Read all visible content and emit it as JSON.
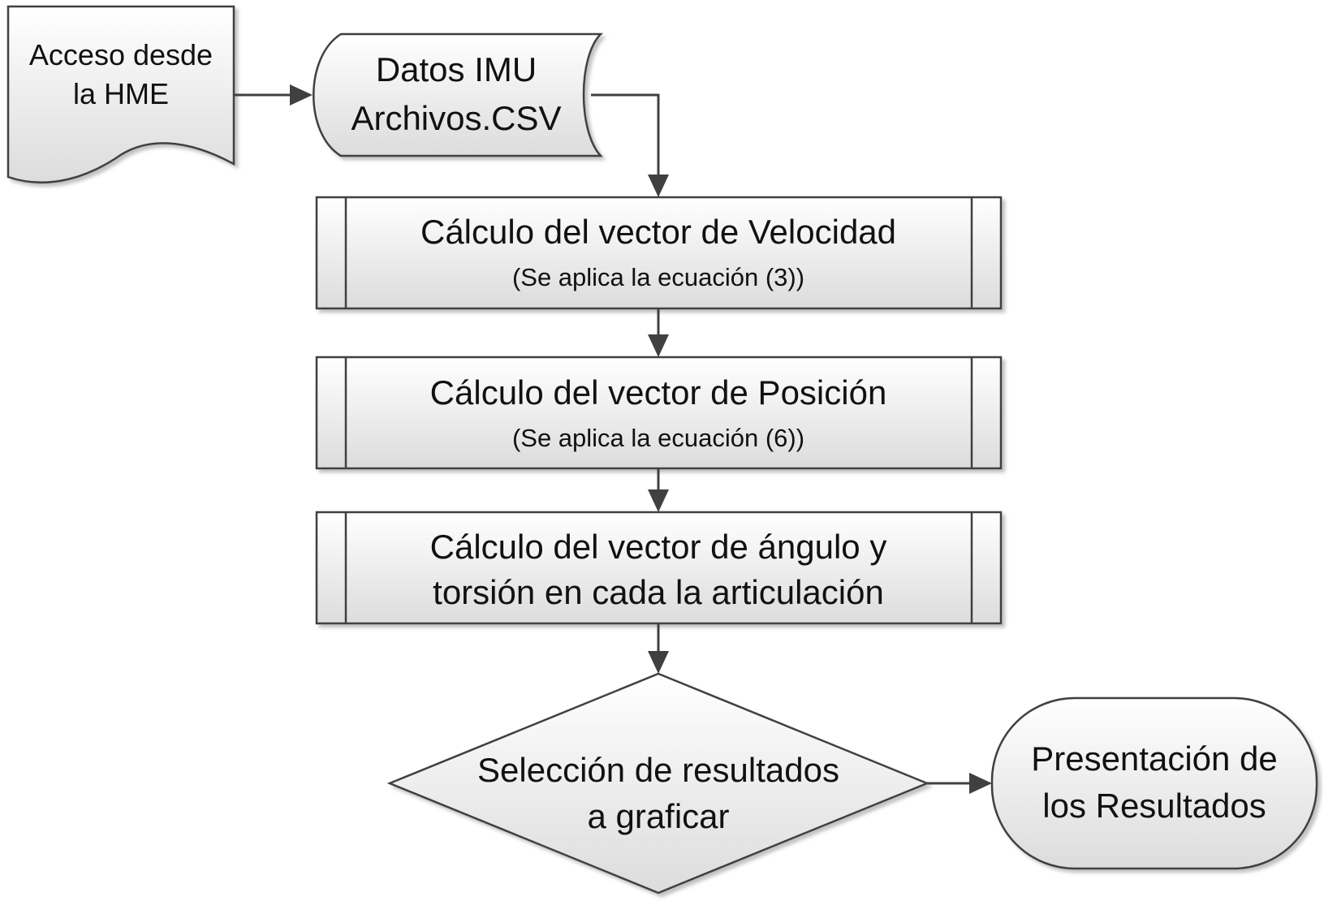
{
  "colors": {
    "shape_fill_top": "#ffffff",
    "shape_fill_bottom": "#dcdcdc",
    "stroke": "#404040",
    "text": "#111111",
    "shadow": "#c8c8c8"
  },
  "nodes": {
    "document": {
      "shape": "document",
      "line1": "Acceso desde",
      "line2": "la HME"
    },
    "stored_data": {
      "shape": "stored-data",
      "line1": "Datos IMU",
      "line2": "Archivos.CSV"
    },
    "process_velocity": {
      "shape": "predefined-process",
      "title": "Cálculo del vector de Velocidad",
      "subtitle": "(Se aplica la ecuación (3))"
    },
    "process_position": {
      "shape": "predefined-process",
      "title": "Cálculo del vector de Posición",
      "subtitle": "(Se aplica la ecuación (6))"
    },
    "process_angle": {
      "shape": "predefined-process",
      "line1": "Cálculo del vector de ángulo y",
      "line2": "torsión en cada la articulación"
    },
    "decision": {
      "shape": "decision",
      "line1": "Selección de resultados",
      "line2": "a graficar"
    },
    "terminator": {
      "shape": "terminator",
      "line1": "Presentación de",
      "line2": "los Resultados"
    }
  },
  "edges": [
    {
      "from": "document",
      "to": "stored_data"
    },
    {
      "from": "stored_data",
      "to": "process_velocity"
    },
    {
      "from": "process_velocity",
      "to": "process_position"
    },
    {
      "from": "process_position",
      "to": "process_angle"
    },
    {
      "from": "process_angle",
      "to": "decision"
    },
    {
      "from": "decision",
      "to": "terminator"
    }
  ]
}
